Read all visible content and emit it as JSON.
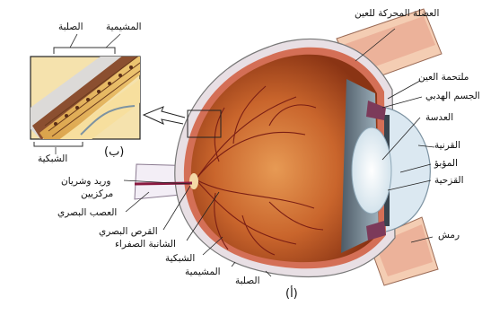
{
  "labels": {
    "sclera_inset": "الصلبة",
    "choroid_inset": "المشيمية",
    "retina_inset": "الشبكية",
    "inset_letter": "(ب)",
    "main_letter": "(أ)",
    "eye_muscle": "العضلة المحركة للعين",
    "conjunctiva": "ملتحمة العين",
    "ciliary_body": "الجسم الهدبي",
    "lens": "العدسة",
    "cornea": "القرنية",
    "iris": "القزحية",
    "pupil": "المؤبؤ",
    "eyelash": "رمش",
    "central_vessels_line1": "وريد وشريان",
    "central_vessels_line2": "مركزيين",
    "optic_nerve": "العصب البصري",
    "optic_disc": "القرص البصري",
    "fovea": "الشانبة الصفراء",
    "retina": "الشبكية",
    "choroid": "المشيمية",
    "sclera": "الصلبة"
  }
}
